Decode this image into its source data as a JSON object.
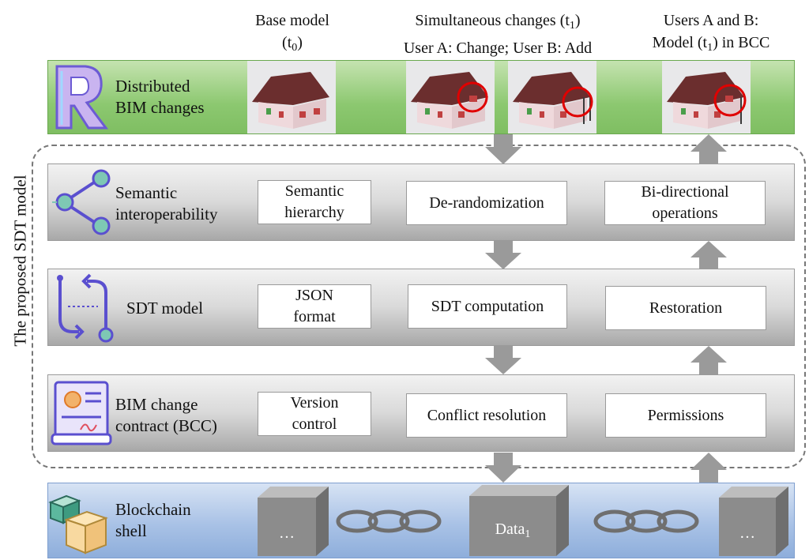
{
  "headers": {
    "base_model": "Base model",
    "base_model_t_prefix": "(t",
    "base_model_t_sub": "0",
    "base_model_t_suffix": ")",
    "simul_line1_prefix": "Simultaneous changes (t",
    "simul_line1_sub": "1",
    "simul_line1_suffix": ")",
    "simul_line2": "User A: Change; User B: Add",
    "users_line1": "Users A and B:",
    "users_line2_prefix": "Model (t",
    "users_line2_sub": "1",
    "users_line2_suffix": ") in BCC"
  },
  "side_title": "The proposed SDT model",
  "layers": {
    "distributed": {
      "line1": "Distributed",
      "line2": "BIM changes"
    },
    "semantic": {
      "line1": "Semantic",
      "line2": "interoperability",
      "box1_line1": "Semantic",
      "box1_line2": "hierarchy",
      "box2": "De-randomization",
      "box3_line1": "Bi-directional",
      "box3_line2": "operations"
    },
    "sdt": {
      "label": "SDT model",
      "box1_line1": "JSON",
      "box1_line2": "format",
      "box2": "SDT computation",
      "box3": "Restoration"
    },
    "bcc": {
      "line1": "BIM change",
      "line2": "contract (BCC)",
      "box1_line1": "Version",
      "box1_line2": "control",
      "box2": "Conflict resolution",
      "box3": "Permissions"
    },
    "blockchain": {
      "line1": "Blockchain",
      "line2": "shell",
      "block_left": "…",
      "block_mid_prefix": "Data",
      "block_mid_sub": "1",
      "block_right": "…"
    }
  },
  "colors": {
    "green_band": "#8cc870",
    "gray_band": "#d9d9d9",
    "blue_band": "#a9c2e6",
    "arrow": "#9a9a9a",
    "highlight_circle": "#e00000",
    "icon_teal": "#7ec8b4",
    "icon_purple": "#7a6ad8"
  }
}
